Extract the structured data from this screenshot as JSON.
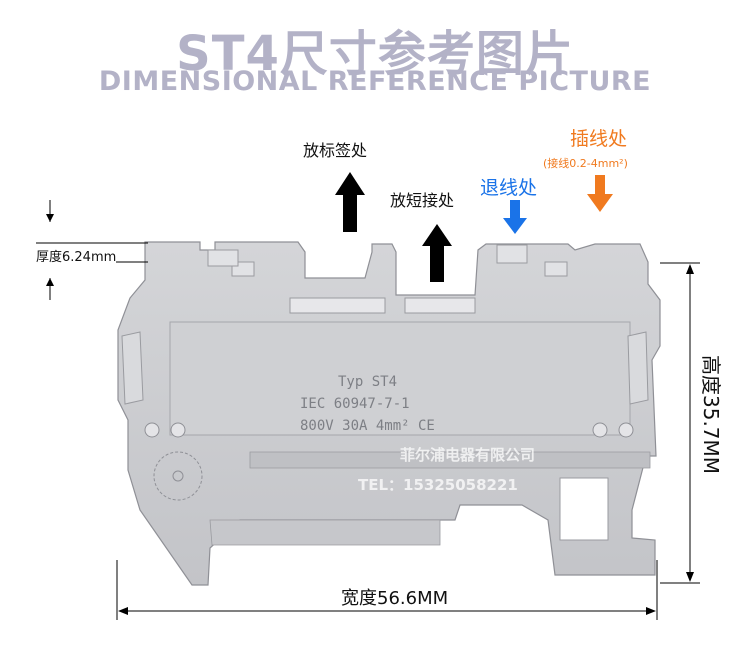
{
  "header": {
    "title_cn": "ST4尺寸参考图片",
    "title_en": "DIMENSIONAL REFERENCE PICTURE"
  },
  "callouts": {
    "label_slot": "放标签处",
    "shorting_slot": "放短接处",
    "release_point": "退线处",
    "insertion_point": "插线处",
    "insertion_note": "(接线0.2-4mm²)"
  },
  "dimensions": {
    "thickness": "厚度6.24mm",
    "height": "高度35.7MM",
    "width": "宽度56.6MM"
  },
  "product_marking": {
    "line1": "Typ  ST4",
    "line2": "IEC 60947-7-1",
    "line3": "800V 30A 4mm²  CE"
  },
  "watermark": {
    "company": "菲尔浦电器有限公司",
    "tel": "TEL：15325058221"
  },
  "colors": {
    "title": "#b3b2c7",
    "blue_accent": "#1a73e8",
    "orange_accent": "#f07a1f",
    "terminal_body": "#c9cace"
  }
}
